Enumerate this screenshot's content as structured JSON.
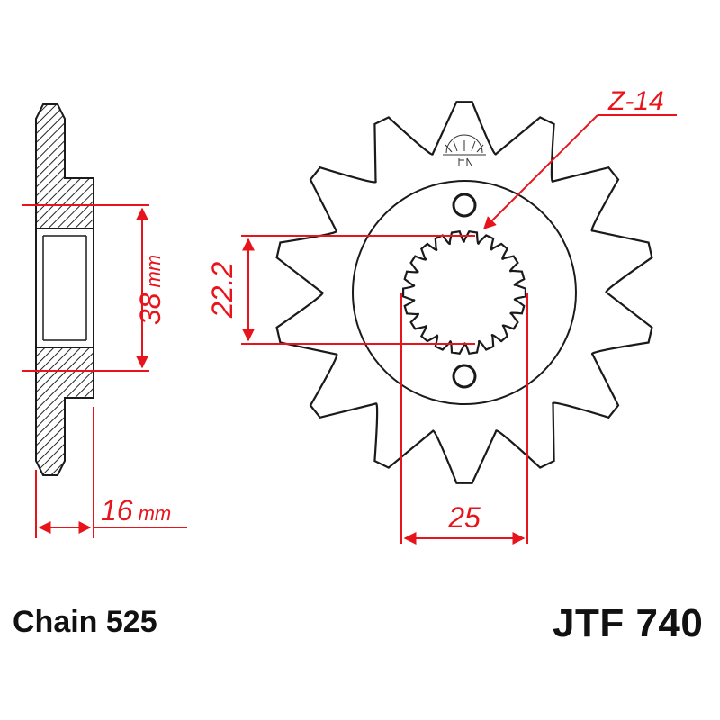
{
  "dimensions": {
    "bore_diameter": "38",
    "bore_unit": "mm",
    "width": "16",
    "width_unit": "mm",
    "spline_inner": "22.2",
    "spline_outer": "25",
    "teeth": "Z-14"
  },
  "caption": {
    "chain": "Chain 525",
    "part_number": "JTF 740"
  },
  "colors": {
    "dimension_lines": "#e8141c",
    "outline": "#1a1a1a",
    "fill": "#ffffff",
    "hatch": "#222222"
  }
}
